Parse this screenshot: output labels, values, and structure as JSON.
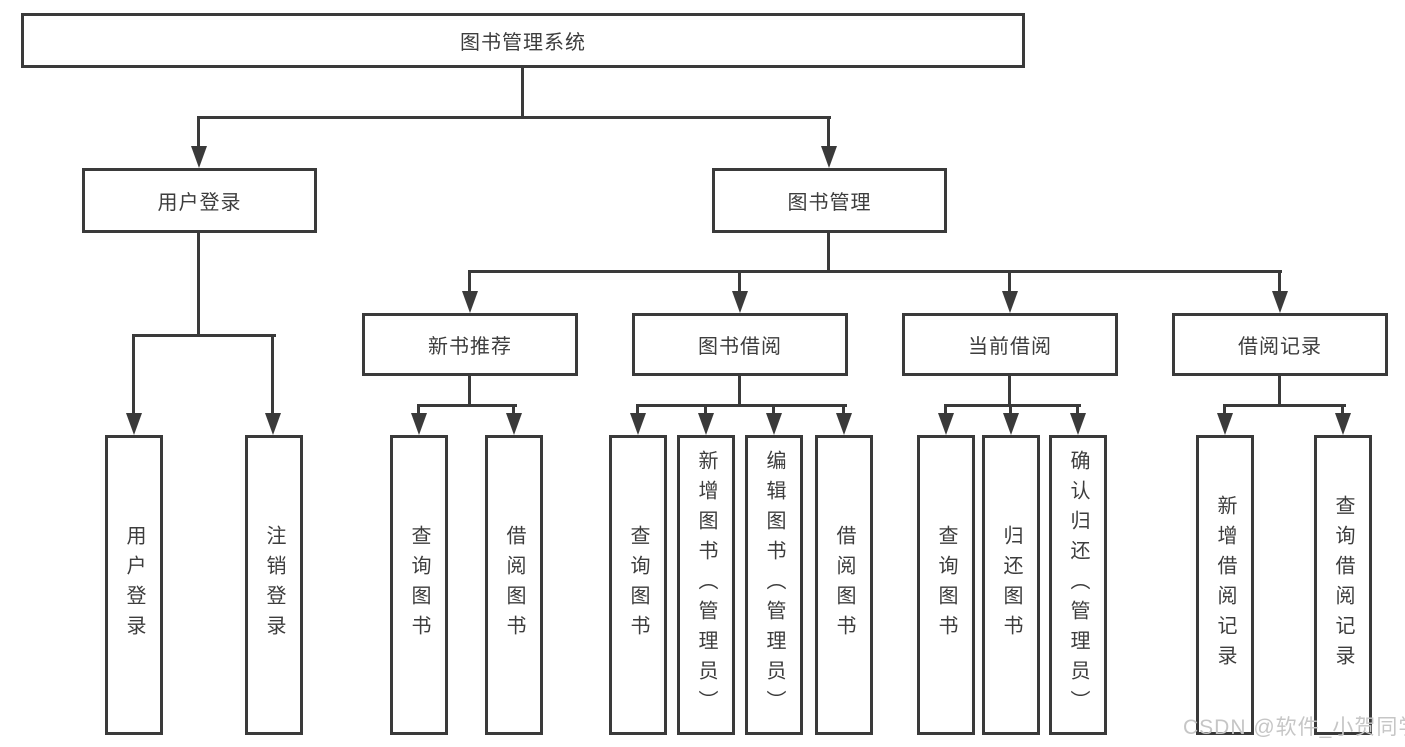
{
  "colors": {
    "line": "#3a3a3a",
    "text": "#3d3d3d",
    "box-bg": "#ffffff",
    "page-bg": "#ffffff",
    "watermark": "#c6c6c6"
  },
  "diagram": {
    "title": "图书管理系统",
    "branches": [
      {
        "label": "用户登录",
        "children": [
          "用户登录",
          "注销登录"
        ]
      },
      {
        "label": "图书管理",
        "groups": [
          {
            "label": "新书推荐",
            "children": [
              "查询图书",
              "借阅图书"
            ]
          },
          {
            "label": "图书借阅",
            "children": [
              "查询图书",
              "新增图书（管理员）",
              "编辑图书（管理员）",
              "借阅图书"
            ]
          },
          {
            "label": "当前借阅",
            "children": [
              "查询图书",
              "归还图书",
              "确认归还（管理员）"
            ]
          },
          {
            "label": "借阅记录",
            "children": [
              "新增借阅记录",
              "查询借阅记录"
            ]
          }
        ]
      }
    ]
  },
  "watermark": "CSDN @软件_小贺同学"
}
